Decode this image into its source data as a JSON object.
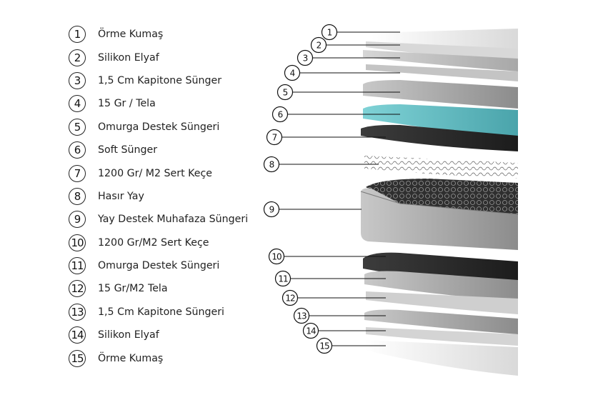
{
  "legend": {
    "items": [
      {
        "number": "1",
        "label": "Örme Kumaş"
      },
      {
        "number": "2",
        "label": "Silikon Elyaf"
      },
      {
        "number": "3",
        "label": "1,5 Cm Kapitone Sünger"
      },
      {
        "number": "4",
        "label": "15 Gr / Tela"
      },
      {
        "number": "5",
        "label": "Omurga Destek Süngeri"
      },
      {
        "number": "6",
        "label": "Soft Sünger"
      },
      {
        "number": "7",
        "label": "1200 Gr/ M2 Sert Keçe"
      },
      {
        "number": "8",
        "label": "Hasır Yay"
      },
      {
        "number": "9",
        "label": "Yay Destek Muhafaza Süngeri"
      },
      {
        "number": "10",
        "label": "1200 Gr/M2 Sert Keçe"
      },
      {
        "number": "11",
        "label": "Omurga Destek Süngeri"
      },
      {
        "number": "12",
        "label": "15 Gr/M2 Tela"
      },
      {
        "number": "13",
        "label": "1,5 Cm Kapitone Süngeri"
      },
      {
        "number": "14",
        "label": "Silikon Elyaf"
      },
      {
        "number": "15",
        "label": "Örme Kumaş"
      }
    ]
  },
  "colors": {
    "soft_foam": "#5fb9bf",
    "felt": "#2a2a2a",
    "foam_gray": "#9a9a9a",
    "fabric_light": "#e9e9e9",
    "spring": "#3a3a3a"
  }
}
